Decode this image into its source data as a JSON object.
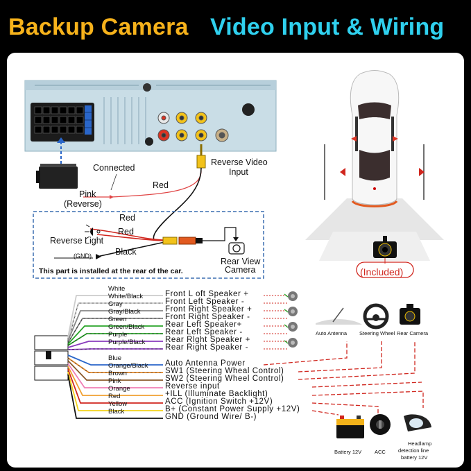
{
  "header": {
    "title_left": "Backup Camera",
    "title_right": "Video Input & Wiring"
  },
  "colors": {
    "title_left": "#f6b21b",
    "title_right": "#2fd0ee",
    "accent_red": "#d0261e",
    "connector_yellow": "#f2c21a",
    "panel_blue": "#3b6fb0"
  },
  "top": {
    "connected": "Connected",
    "pink": "Pink",
    "reverse": "(Reverse)",
    "red_wire": "Red",
    "reverse_video": "Reverse Video",
    "input": "Input",
    "red1": "Red",
    "red2": "Red",
    "black": "Black",
    "reverse_light": "Reverse Light",
    "gnd": "(GND)",
    "rear_view": "Rear View",
    "camera": "Camera",
    "rear_note": "This part is installed at the rear of the car.",
    "included": "(Included)"
  },
  "wires": [
    "White",
    "White/Black",
    "Gray",
    "Gray/Black",
    "Green",
    "Green/Black",
    "Purple",
    "Purple/Black",
    "Blue",
    "Orange/Black",
    "Brown",
    "Pink",
    "Orange",
    "Red",
    "Yellow",
    "Black"
  ],
  "functions": [
    "Front L oft Speaker +",
    "Front Left Speaker -",
    "Front Right Speaker +",
    "Front Right Speaker -",
    "Rear Left Speaker+",
    "Rear Left Speaker -",
    "Rear Rlght Speaker +",
    "Rear Right Speaker -",
    "Auto Antenna Power",
    "SW1 (Steering Wheal Control)",
    "SW2 (Steering Wheel Control)",
    "Reverse input",
    "+ILL (Illuminate Backlight)",
    "ACC (Ignition Switch +12V)",
    "B+ (Constant Power Supply +12V)",
    "GND (Ground Wire/ B-)"
  ],
  "devices": {
    "auto_antenna": "Auto Antenna",
    "steering_wheel": "Steering Wheel",
    "rear_camera": "Rear Camera",
    "battery": "Battery 12V",
    "acc": "ACC",
    "headlamp1": "Headlamp",
    "headlamp2": "detection line",
    "headlamp3": "battery 12V"
  }
}
